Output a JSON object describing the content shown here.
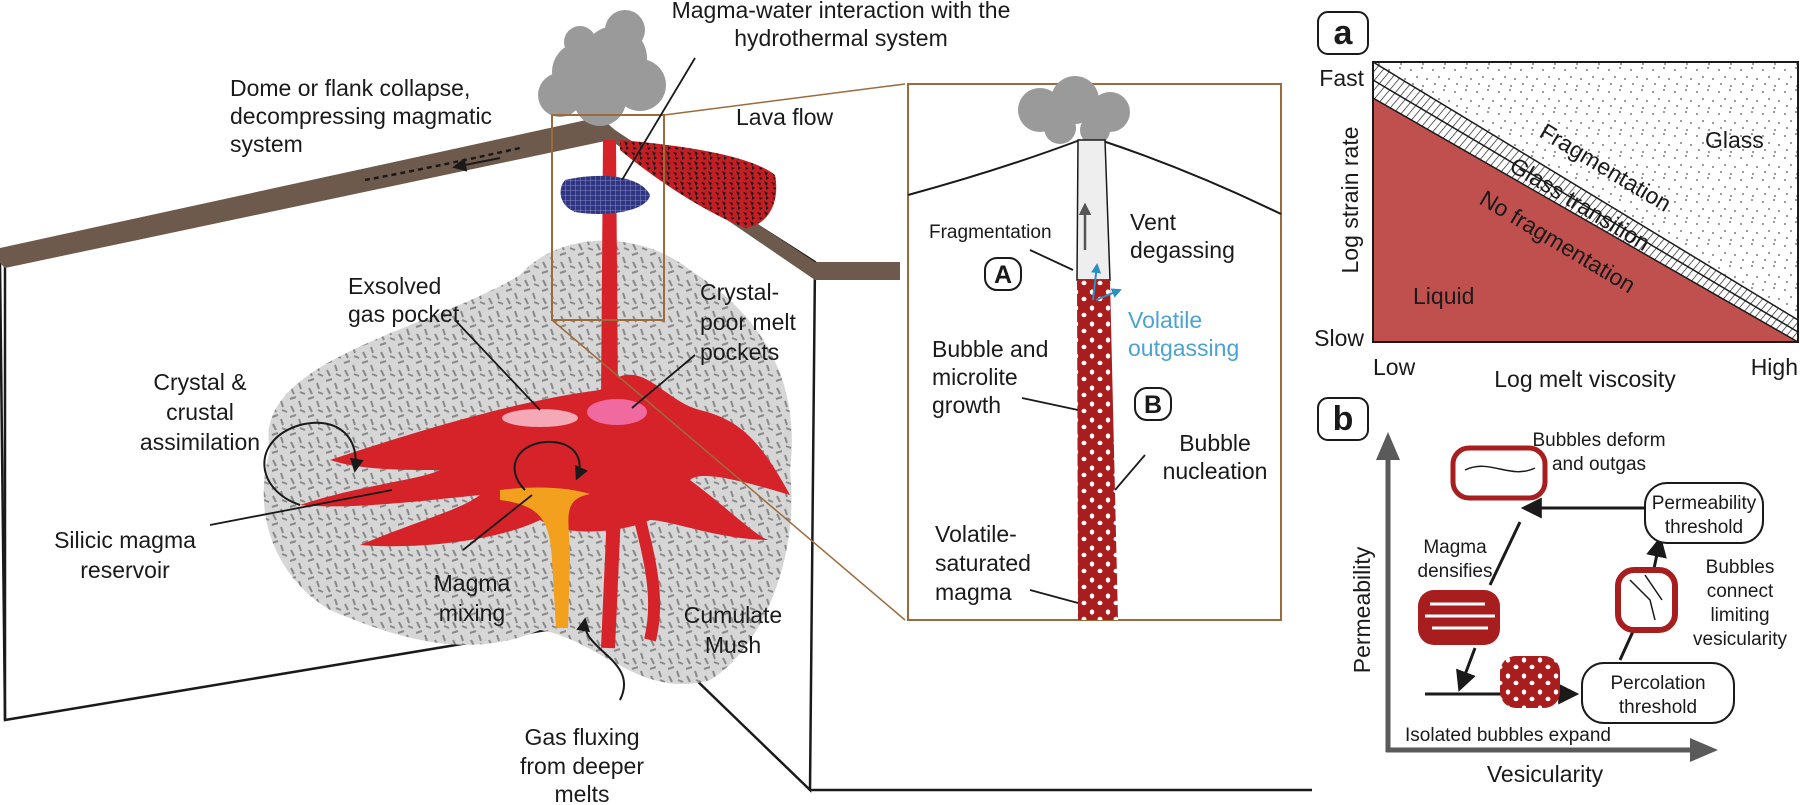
{
  "colors": {
    "magma_red": "#d6232a",
    "dark_red": "#a81e1e",
    "ground_brown": "#6e5a4c",
    "chart_red": "#c0504d",
    "mush_gray": "#bdbdbd",
    "hydro_blue": "#2f3580",
    "outgas_blue": "#4aa3d0",
    "mixing_orange": "#f2a01e",
    "frame_brown": "#9c6b3c"
  },
  "main": {
    "top_label": [
      "Magma-water interaction with the",
      "hydrothermal system"
    ],
    "dome_collapse": [
      "Dome or flank collapse,",
      "decompressing magmatic",
      "system"
    ],
    "lava_flow": "Lava flow",
    "exsolved_gas": [
      "Exsolved",
      "gas pocket"
    ],
    "crystal_poor": [
      "Crystal-",
      "poor melt",
      "pockets"
    ],
    "assimilation": [
      "Crystal &",
      "crustal",
      "assimilation"
    ],
    "reservoir": [
      "Silicic magma",
      "reservoir"
    ],
    "mixing": [
      "Magma",
      "mixing"
    ],
    "mush": [
      "Cumulate",
      "Mush"
    ],
    "gas_fluxing": [
      "Gas fluxing",
      "from deeper",
      "melts"
    ]
  },
  "inset": {
    "fragmentation": "Fragmentation",
    "vent_degassing": [
      "Vent",
      "degassing"
    ],
    "marker_a": "A",
    "marker_b": "B",
    "volatile_outgassing": [
      "Volatile",
      "outgassing"
    ],
    "bubble_growth": [
      "Bubble and",
      "microlite",
      "growth"
    ],
    "bubble_nucleation": [
      "Bubble",
      "nucleation"
    ],
    "volatile_saturated": [
      "Volatile-",
      "saturated",
      "magma"
    ]
  },
  "panel_a": {
    "tag": "a",
    "y_top": "Fast",
    "y_bottom": "Slow",
    "y_axis": "Log strain rate",
    "x_left": "Low",
    "x_right": "High",
    "x_axis": "Log melt viscosity",
    "glass": "Glass",
    "fragmentation": "Fragmentation",
    "glass_transition": "Glass transition",
    "no_fragmentation": "No fragmentation",
    "liquid": "Liquid"
  },
  "panel_b": {
    "tag": "b",
    "y_axis": "Permeability",
    "x_axis": "Vesicularity",
    "deform": [
      "Bubbles deform",
      "and outgas"
    ],
    "perm_threshold": [
      "Permeability",
      "threshold"
    ],
    "densifies": [
      "Magma",
      "densifies"
    ],
    "connect": [
      "Bubbles",
      "connect",
      "limiting",
      "vesicularity"
    ],
    "perc_threshold": [
      "Percolation",
      "threshold"
    ],
    "isolated": "Isolated bubbles expand"
  }
}
